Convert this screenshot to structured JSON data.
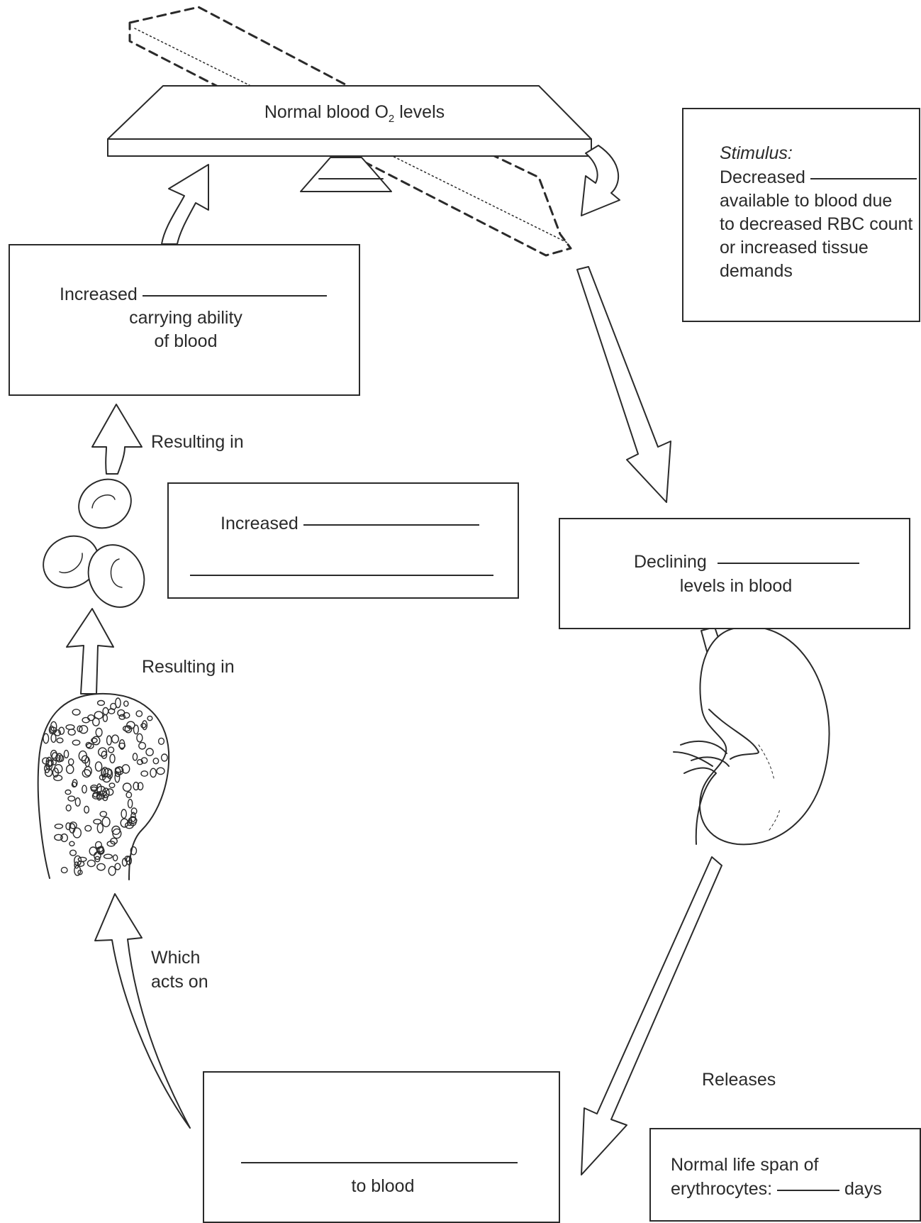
{
  "balance": {
    "label_prefix": "Normal blood O",
    "label_sub": "2",
    "label_suffix": " levels"
  },
  "stimulus_box": {
    "title": "Stimulus:",
    "line1": "Decreased",
    "line2": "available to blood due",
    "line3": "to decreased RBC count",
    "line4": "or increased tissue",
    "line5": "demands"
  },
  "declining_box": {
    "line1": "Declining",
    "line2": "levels in blood"
  },
  "releases_label": "Releases",
  "to_blood_box": {
    "line1": "to blood"
  },
  "lifespan_box": {
    "line1": "Normal life span of",
    "line2_prefix": "erythrocytes:",
    "line2_suffix": "days"
  },
  "which_acts_on_label": {
    "line1": "Which",
    "line2": "acts on"
  },
  "resulting_in_lower": "Resulting in",
  "increased_box": {
    "line1": "Increased"
  },
  "resulting_in_upper": "Resulting in",
  "carrying_box": {
    "line1": "Increased",
    "line2": "carrying ability",
    "line3": "of blood"
  },
  "colors": {
    "ink": "#2a2a2a",
    "background": "#ffffff"
  }
}
